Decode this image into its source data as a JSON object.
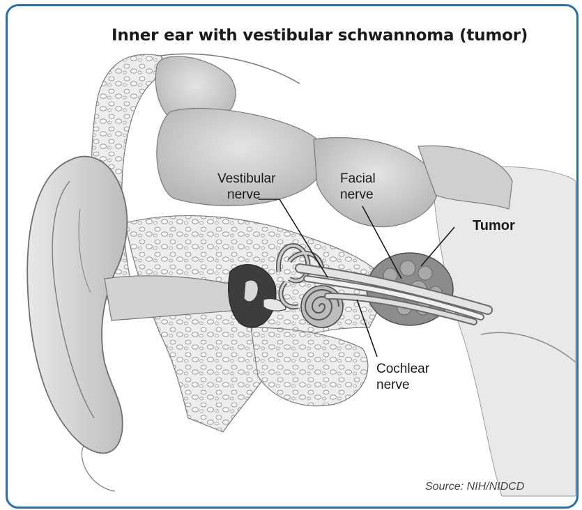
{
  "figure": {
    "title": "Inner ear with vestibular schwannoma (tumor)",
    "source": "Source: NIH/NIDCD",
    "labels": {
      "vestibular_line1": "Vestibular",
      "vestibular_line2": "nerve",
      "facial_line1": "Facial",
      "facial_line2": "nerve",
      "tumor": "Tumor",
      "cochlear_line1": "Cochlear",
      "cochlear_line2": "nerve"
    },
    "colors": {
      "border": "#2a6ea6",
      "ink": "#1a1a1a"
    }
  }
}
